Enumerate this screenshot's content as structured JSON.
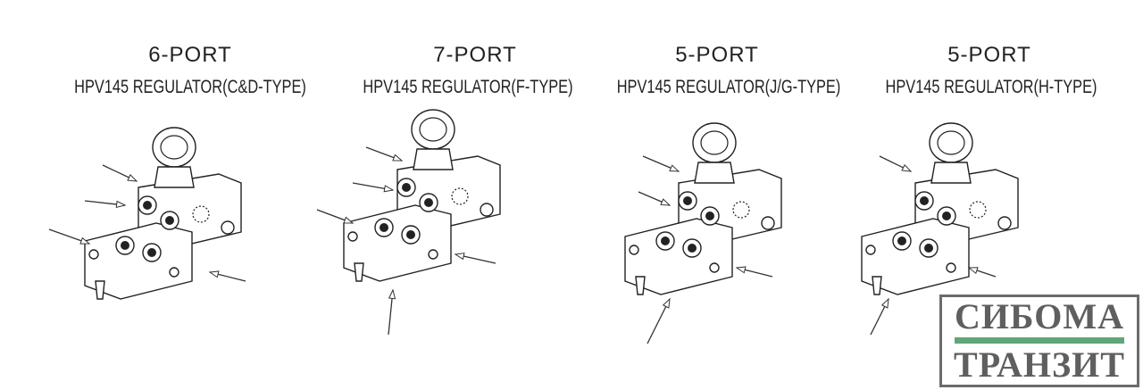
{
  "regulators": [
    {
      "ports": "6-PORT",
      "name": "HPV145 REGULATOR(C&D-TYPE)"
    },
    {
      "ports": "7-PORT",
      "name": "HPV145 REGULATOR(F-TYPE)"
    },
    {
      "ports": "5-PORT",
      "name": "HPV145 REGULATOR(J/G-TYPE)"
    },
    {
      "ports": "5-PORT",
      "name": "HPV145 REGULATOR(H-TYPE)"
    }
  ],
  "logo": {
    "line1": "СИБОМА",
    "line2": "ТРАНЗИТ",
    "accent": "#5fa776",
    "text_color": "#5f5f5f"
  }
}
